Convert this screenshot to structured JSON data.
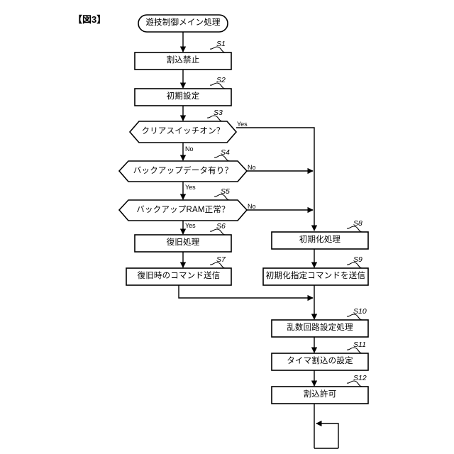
{
  "figure": {
    "label": "【図3】",
    "title": "遊技制御メイン処理"
  },
  "nodes": [
    {
      "id": "start",
      "shape": "terminator",
      "text": "遊技制御メイン処理",
      "step": ""
    },
    {
      "id": "s1",
      "shape": "process",
      "text": "割込禁止",
      "step": "S1"
    },
    {
      "id": "s2",
      "shape": "process",
      "text": "初期設定",
      "step": "S2"
    },
    {
      "id": "s3",
      "shape": "decision",
      "text": "クリアスイッチオン？",
      "step": "S3"
    },
    {
      "id": "s4",
      "shape": "decision",
      "text": "バックアップデータ有り？",
      "step": "S4"
    },
    {
      "id": "s5",
      "shape": "decision",
      "text": "バックアップRAM正常？",
      "step": "S5"
    },
    {
      "id": "s6",
      "shape": "process",
      "text": "復旧処理",
      "step": "S6"
    },
    {
      "id": "s7",
      "shape": "process",
      "text": "復旧時のコマンド送信",
      "step": "S7"
    },
    {
      "id": "s8",
      "shape": "process",
      "text": "初期化処理",
      "step": "S8"
    },
    {
      "id": "s9",
      "shape": "process",
      "text": "初期化指定コマンドを送信",
      "step": "S9"
    },
    {
      "id": "s10",
      "shape": "process",
      "text": "乱数回路設定処理",
      "step": "S10"
    },
    {
      "id": "s11",
      "shape": "process",
      "text": "タイマ割込の設定",
      "step": "S11"
    },
    {
      "id": "s12",
      "shape": "process",
      "text": "割込許可",
      "step": "S12"
    }
  ],
  "branch_labels": {
    "s3_yes": "Yes",
    "s3_no": "No",
    "s4_no": "No",
    "s4_yes": "Yes",
    "s5_no": "No",
    "s5_yes": "Yes"
  },
  "style": {
    "stroke": "#000000",
    "fill": "#ffffff",
    "background": "#ffffff"
  }
}
